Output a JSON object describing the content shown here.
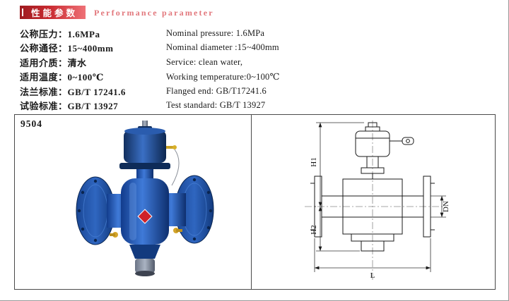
{
  "header": {
    "title_cn": "性能参数",
    "title_en": "Performance parameter"
  },
  "specs": {
    "cn": [
      "公称压力：1.6MPa",
      "公称通径：15~400mm",
      "适用介质：清水",
      "适用温度：0~100℃",
      "法兰标准：GB/T 17241.6",
      "试验标准：GB/T 13927"
    ],
    "en": [
      "Nominal pressure: 1.6MPa",
      "Nominal diameter :15~400mm",
      "Service: clean water,",
      "Working temperature:0~100℃",
      "Flanged end: GB/T17241.6",
      "Test standard: GB/T 13927"
    ]
  },
  "panel": {
    "model": "9504"
  },
  "drawing": {
    "labels": {
      "h1": "H1",
      "h2": "H2",
      "dn": "DN",
      "l": "L"
    }
  },
  "colors": {
    "accent_red": "#c9252b",
    "title_text_red": "#e2777c",
    "valve_blue": "#1d4fa8",
    "drawing_line": "#1a1a1a"
  }
}
